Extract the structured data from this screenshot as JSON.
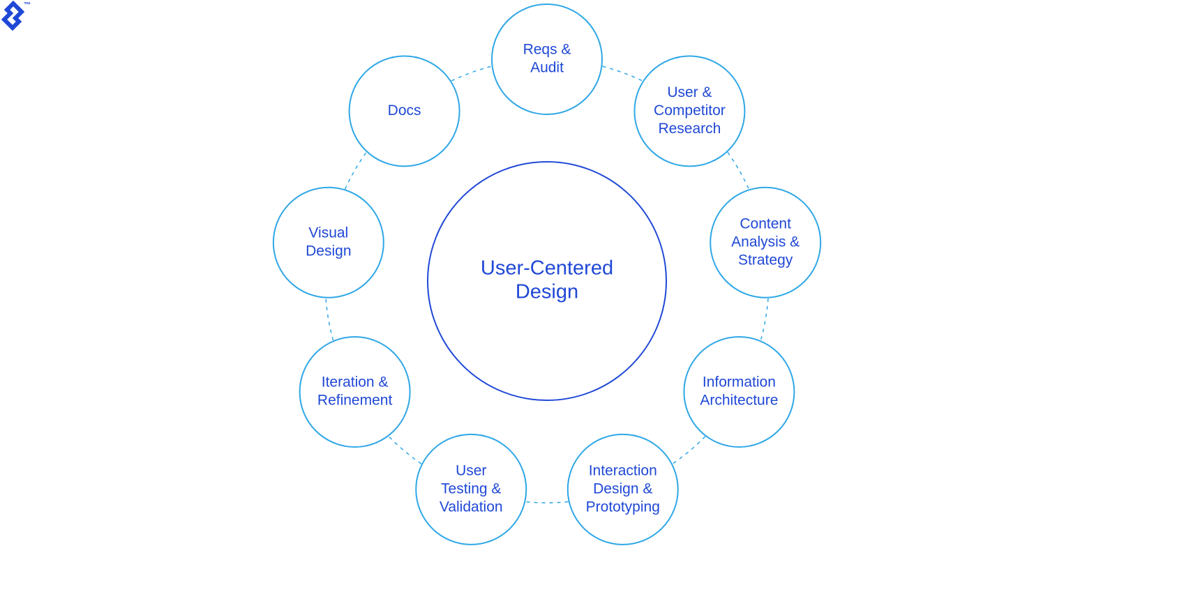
{
  "brand": {
    "logo_name": "logo-icon",
    "trademark": "™"
  },
  "diagram": {
    "center": {
      "lines": [
        "User-Centered",
        "Design"
      ]
    },
    "nodes": [
      {
        "name": "node-reqs-audit",
        "lines": [
          "Reqs &",
          "Audit"
        ]
      },
      {
        "name": "node-user-competitor-research",
        "lines": [
          "User &",
          "Competitor",
          "Research"
        ]
      },
      {
        "name": "node-content-analysis-strategy",
        "lines": [
          "Content",
          "Analysis &",
          "Strategy"
        ]
      },
      {
        "name": "node-information-architecture",
        "lines": [
          "Information",
          "Architecture"
        ]
      },
      {
        "name": "node-interaction-design-prototyping",
        "lines": [
          "Interaction",
          "Design &",
          "Prototyping"
        ]
      },
      {
        "name": "node-user-testing-validation",
        "lines": [
          "User",
          "Testing &",
          "Validation"
        ]
      },
      {
        "name": "node-iteration-refinement",
        "lines": [
          "Iteration &",
          "Refinement"
        ]
      },
      {
        "name": "node-visual-design",
        "lines": [
          "Visual",
          "Design"
        ]
      },
      {
        "name": "node-docs",
        "lines": [
          "Docs"
        ]
      }
    ],
    "colors": {
      "node_stroke": "#2fa7e6",
      "center_stroke": "#1f48d6",
      "text": "#1f48d6",
      "connector": "#2fa7e6",
      "logo": "#1f48d6"
    }
  }
}
